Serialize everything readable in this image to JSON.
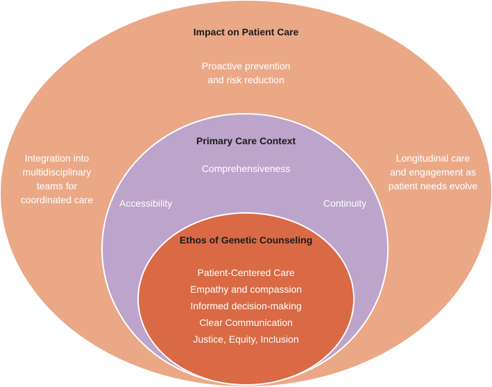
{
  "outer": {
    "title": "Impact on Patient Care",
    "top": [
      "Proactive prevention",
      "and risk reduction"
    ],
    "left": [
      "Integration into",
      "multidisciplinary",
      "teams for",
      "coordinated care"
    ],
    "right": [
      "Longitudinal care",
      "and engagement as",
      "patient needs evolve"
    ]
  },
  "middle": {
    "title": "Primary Care Context",
    "top": "Comprehensiveness",
    "left": "Accessibility",
    "right": "Continuity"
  },
  "inner": {
    "title": "Ethos of Genetic Counseling",
    "items": [
      "Patient-Centered Care",
      "Empathy and compassion",
      "Informed decision-making",
      "Clear Communication",
      "Justice, Equity, Inclusion"
    ]
  },
  "colors": {
    "outer": "#eaa887",
    "middle": "#bda4cb",
    "inner": "#d96a45"
  }
}
